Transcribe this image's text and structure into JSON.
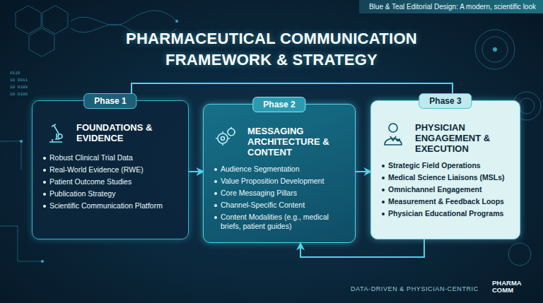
{
  "diagram": {
    "title": "PHARMACEUTICAL COMMUNICATION FRAMEWORK & STRATEGY",
    "nodes": [
      {
        "text": [
          "Phase 1",
          "FOUNDATIONS & EVIDENCE",
          "Robust Clinical Trial Data",
          "Real-World Evidence (RWE)",
          "Patient Outcome Studies",
          "Publication Strategy",
          "Scientific Communication Platform"
        ]
      },
      {
        "text": [
          "Phase 2",
          "MESSAGING ARCHITECTURE & CONTENT",
          "Audience Segmentation",
          "Value Proposition Development",
          "Core Messaging Pillars",
          "Channel-Specific Content",
          "Content Modalities (e.g., medical briefs, patient guides)"
        ]
      },
      {
        "text": [
          "Phase 3",
          "PHYSICIAN ENGAGEMENT & EXECUTION",
          "Strategic Field Operations",
          "Medical Science Liaisons (MSLs)",
          "Omnichannel Engagement",
          "Measurement & Feedback Loops",
          "Physician Educational Programs"
        ]
      }
    ],
    "edges": [
      {
        "from": 0,
        "to": 1,
        "arrow": "to"
      },
      {
        "from": 1,
        "to": 2,
        "arrow": "to"
      },
      {
        "from": 0,
        "to": 2,
        "arrow": "to"
      },
      {
        "from": 2,
        "to": 1,
        "arrow": "to"
      }
    ],
    "labels": [
      "Blue & Teal Editorial Design: A modern, scientific look",
      "DATA-DRIVEN & PHYSICIAN-CENTRIC",
      "PHARMA COMM",
      "0110",
      "10 0011",
      "10 0100",
      "10 0100"
    ]
  }
}
